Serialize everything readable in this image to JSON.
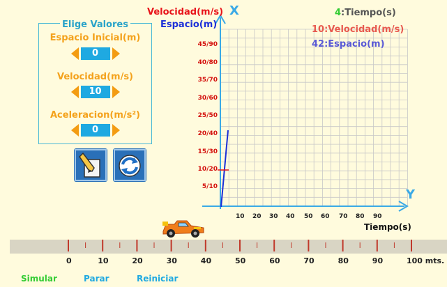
{
  "panel": {
    "title": "Elige Valores",
    "groups": [
      {
        "label": "Espacio Inicial(m)",
        "value": "0"
      },
      {
        "label": "Velocidad(m/s)",
        "value": "10"
      },
      {
        "label": "Aceleracion(m/s²)",
        "value": "0"
      }
    ]
  },
  "tools": {
    "edit_icon": "pencil-paper-icon",
    "reset_icon": "refresh-icon"
  },
  "graph": {
    "x_axis_letter": "X",
    "y_axis_letter": "Y",
    "velocity_axis_label": "Velocidad(m/s)",
    "space_axis_label": "Espacio(m)",
    "time_axis_label": "Tiempo(s)",
    "y_ticks": [
      "5/10",
      "10/20",
      "15/30",
      "20/40",
      "25/50",
      "30/60",
      "35/70",
      "40/80",
      "45/90"
    ],
    "x_ticks": [
      "10",
      "20",
      "30",
      "40",
      "50",
      "60",
      "70",
      "80",
      "90"
    ]
  },
  "readouts": {
    "time_value": "4",
    "time_label": ":Tiempo(s)",
    "velocity_value": "10",
    "velocity_label": ":Velocidad(m/s)",
    "space_value": "42",
    "space_label": ":Espacio(m)"
  },
  "ruler": {
    "labels": [
      "0",
      "10",
      "20",
      "30",
      "40",
      "50",
      "60",
      "70",
      "80",
      "90",
      "100 mts."
    ]
  },
  "actions": {
    "simulate": "Simular",
    "stop": "Parar",
    "reset": "Reiniciar"
  },
  "colors": {
    "velocity": "#e8141a",
    "space": "#1c2fd8",
    "time": "#33cc33",
    "accent_blue": "#1fa9e1",
    "accent_orange": "#f39c12"
  }
}
